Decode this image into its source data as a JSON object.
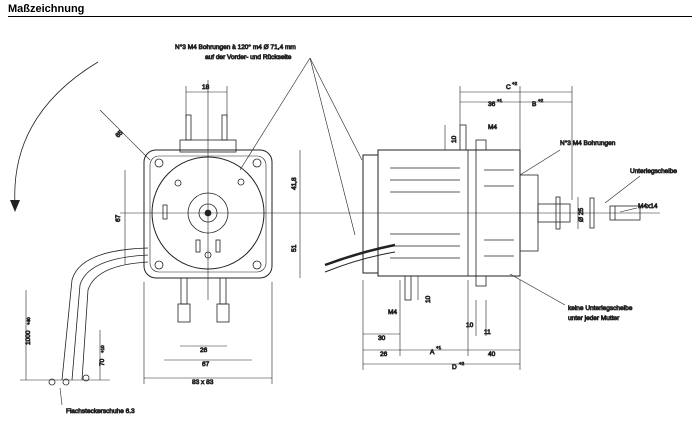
{
  "title": "Maßzeichnung",
  "notes": {
    "front_holes_1": "N°3 M4 Bohrungen à 120° m4 Ø 71,4 mm",
    "front_holes_2": "auf der Vorder- und Rückseite",
    "rear_holes": "N°3  M4 Bohrungen",
    "washer": "Unterlegscheibe",
    "screw": "M4x14",
    "no_washer_1": "keine Unterlegscheibe",
    "no_washer_2": "unter jeder Mutter",
    "connector": "Flachsteckerschuhe 6.3"
  },
  "dims": {
    "d18": "18",
    "d65": "65",
    "d67": "67",
    "d41_8": "41,8",
    "d51": "51",
    "d26_front": "26",
    "d67_bottom": "67",
    "d83": "83 x 83",
    "d1000": "1000",
    "d1000_tol": "+40",
    "d70": "70",
    "d70_tol": "+10",
    "dC": "C",
    "dC_tol": "+2",
    "d36": "36",
    "d36_tol": "+1",
    "dB": "B",
    "dB_tol": "+2",
    "d10_top": "10",
    "m4_top": "M4",
    "d25": "Ø 25",
    "m4_bottom": "M4",
    "d10_bottom": "10",
    "d10_right": "10",
    "d11": "11",
    "d30": "30",
    "d26_side": "26",
    "dA": "A",
    "dA_tol": "+1",
    "d40": "40",
    "dD": "D",
    "dD_tol": "+2"
  }
}
